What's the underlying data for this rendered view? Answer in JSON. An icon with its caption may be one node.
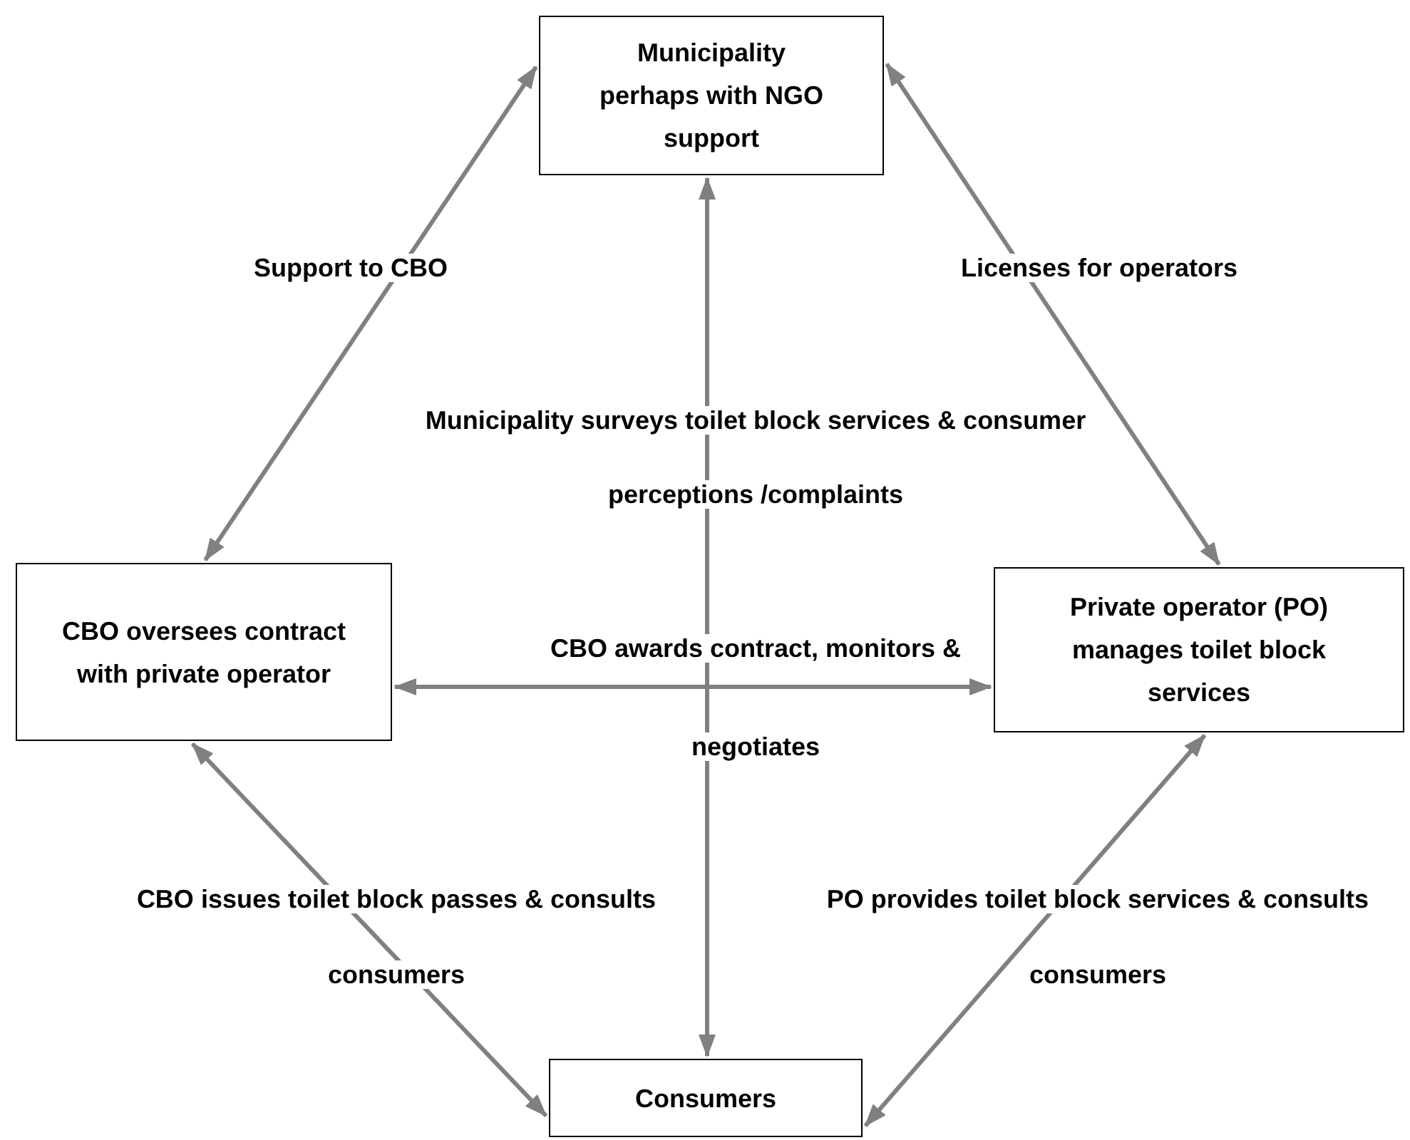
{
  "diagram": {
    "nodes": [
      {
        "text": [
          "Municipality perhaps with NGO support"
        ]
      },
      {
        "text": [
          "CBO oversees contract with private operator"
        ]
      },
      {
        "text": [
          "Private operator (PO) manages toilet block services"
        ]
      },
      {
        "text": [
          "Consumers"
        ]
      }
    ],
    "edges": [
      {
        "from": 1,
        "to": 0,
        "arrow": "both",
        "label": "Support to CBO"
      },
      {
        "from": 0,
        "to": 2,
        "arrow": "both",
        "label": "Licenses for operators"
      },
      {
        "from": 0,
        "to": 3,
        "arrow": "both",
        "label": "Municipality surveys toilet block services & consumer perceptions /complaints"
      },
      {
        "from": 1,
        "to": 2,
        "arrow": "both",
        "label": "CBO awards contract, monitors & negotiates"
      },
      {
        "from": 1,
        "to": 3,
        "arrow": "both",
        "label": "CBO issues toilet block passes & consults consumers"
      },
      {
        "from": 2,
        "to": 3,
        "arrow": "both",
        "label": "PO provides toilet block services & consults consumers"
      }
    ]
  }
}
